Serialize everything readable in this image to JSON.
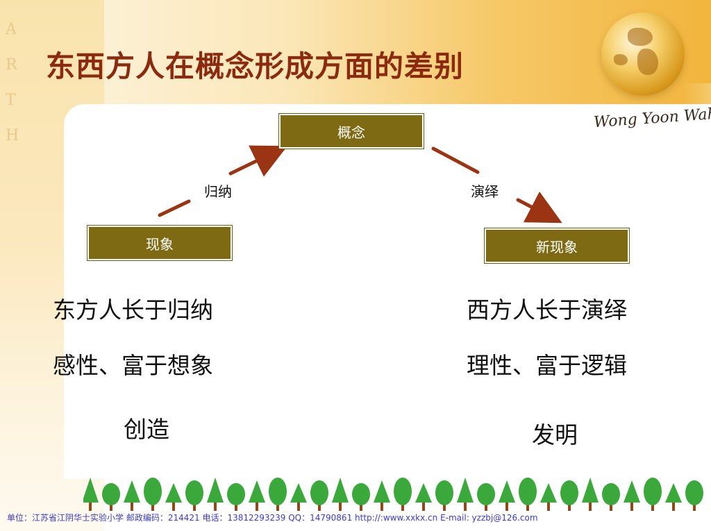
{
  "title": "东西方人在概念形成方面的差别",
  "signature": "Wong Yoon Wah",
  "decoration": {
    "side_letters": [
      "A",
      "R",
      "T",
      "H"
    ]
  },
  "diagram": {
    "nodes": {
      "concept": "概念",
      "phenomenon": "现象",
      "new_phenomenon": "新现象"
    },
    "edges": {
      "induction": "归纳",
      "deduction": "演绎"
    }
  },
  "east": {
    "line1": "东方人长于归纳",
    "line2": "感性、富于想象",
    "line3": "创造"
  },
  "west": {
    "line1": "西方人长于演绎",
    "line2": "理性、富于逻辑",
    "line3": "发明"
  },
  "footer": "单位：江苏省江阴华士实验小学  邮政编码：214421   电话：13812293239 QQ：14790861  http://:www.xxkx.cn     E-mail: yzzbj@126.com",
  "colors": {
    "title": "#8b2a0e",
    "node_fill": "#7d6a12",
    "arrow": "#9a3412",
    "footer_text": "#3b3bcf",
    "tree_green": "#3aa83a",
    "tree_trunk": "#8b4a1a"
  },
  "icons": {
    "globe": "globe-icon",
    "trees": "tree-row"
  }
}
